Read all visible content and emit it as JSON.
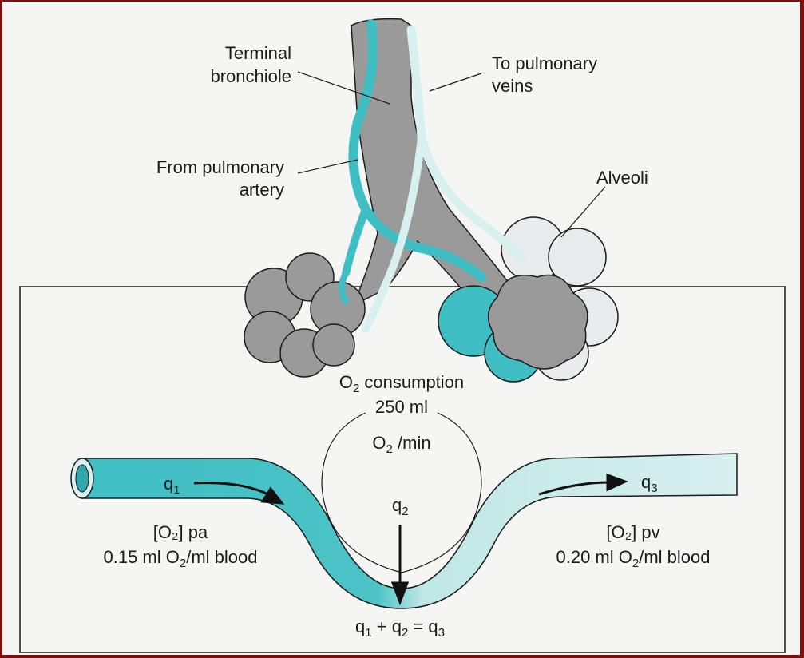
{
  "labels": {
    "terminal_bronchiole": [
      "Terminal",
      "bronchiole"
    ],
    "to_pulmonary_veins": [
      "To pulmonary",
      "veins"
    ],
    "from_pulmonary_artery": [
      "From pulmonary",
      "artery"
    ],
    "alveoli": "Alveoli",
    "o2_consumption": {
      "o": "O",
      "sub": "2",
      "rest": " consumption"
    },
    "o2_amount": "250 ml",
    "o2_per_min": {
      "o": "O",
      "sub": "2",
      "rest": " /min"
    },
    "q1": {
      "q": "q",
      "sub": "1"
    },
    "q2": {
      "q": "q",
      "sub": "2"
    },
    "q3": {
      "q": "q",
      "sub": "3"
    },
    "o2_pa": "[O₂] pa",
    "o2_pa_value": {
      "pre": "0.15 ml O",
      "sub": "2",
      "post": "/ml blood"
    },
    "o2_pv": "[O₂] pv",
    "o2_pv_value": {
      "pre": "0.20 ml O",
      "sub": "2",
      "post": "/ml blood"
    },
    "equation": {
      "a": "q",
      "a_sub": "1",
      "plus": " + q",
      "b_sub": "2",
      "eq": " = q",
      "c_sub": "3"
    }
  },
  "colors": {
    "frame": "#7a0f0f",
    "paper": "#f5f6f4",
    "artery_teal": "#3fbfc4",
    "vein_light": "#d8f0ef",
    "bronchiole_gray": "#9a9a9a",
    "outline": "#1b1b1b"
  }
}
